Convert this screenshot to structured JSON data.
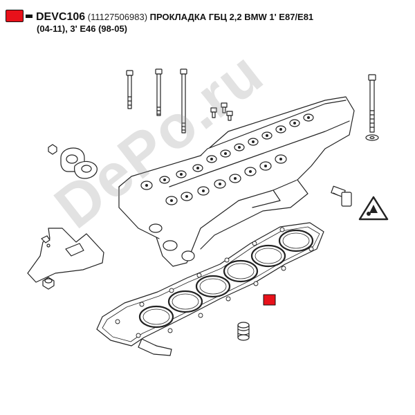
{
  "header": {
    "marker_color": "#e8111a",
    "code": "DEVC106",
    "oem": "(11127506983)",
    "desc_line1": "ПРОКЛАДКА ГБЦ 2,2 BMW 1' E87/E81",
    "desc_line2": "(04-11), 3' E46 (98-05)"
  },
  "watermark": "DePo.ru",
  "diagram": {
    "highlight_color": "#e8111a",
    "highlighted_part": "cylinder-head-gasket"
  }
}
